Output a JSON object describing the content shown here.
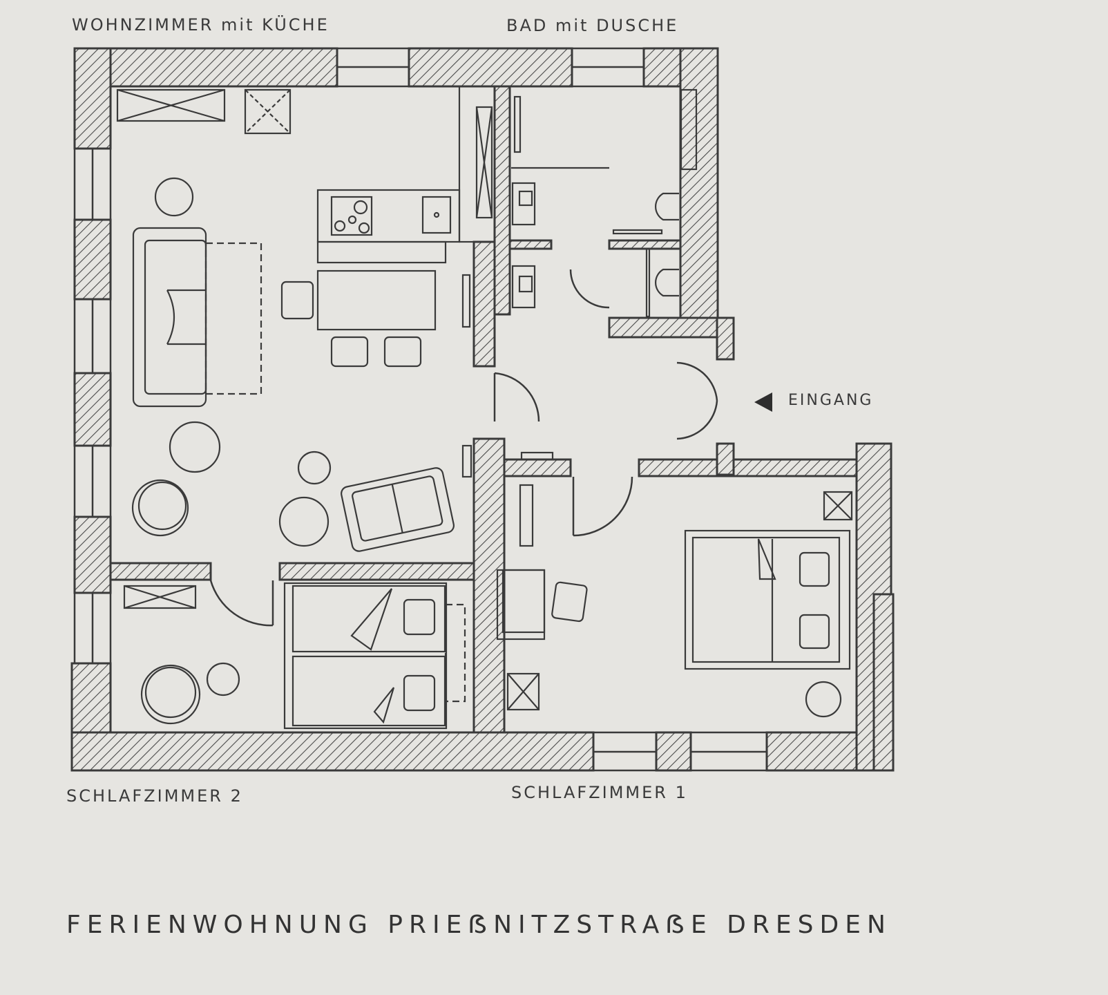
{
  "labels": {
    "wohnzimmer": "WOHNZIMMER mit KÜCHE",
    "bad": "BAD mit DUSCHE",
    "eingang": "EINGANG",
    "schlafzimmer2": "SCHLAFZIMMER 2",
    "schlafzimmer1": "SCHLAFZIMMER 1"
  },
  "title": "FERIENWOHNUNG PRIEẞNITZSTRAẞE DRESDEN",
  "colors": {
    "paper": "#e6e5e1",
    "ink": "#3a3a3a",
    "wall_hatch": "#4a4a4a"
  }
}
